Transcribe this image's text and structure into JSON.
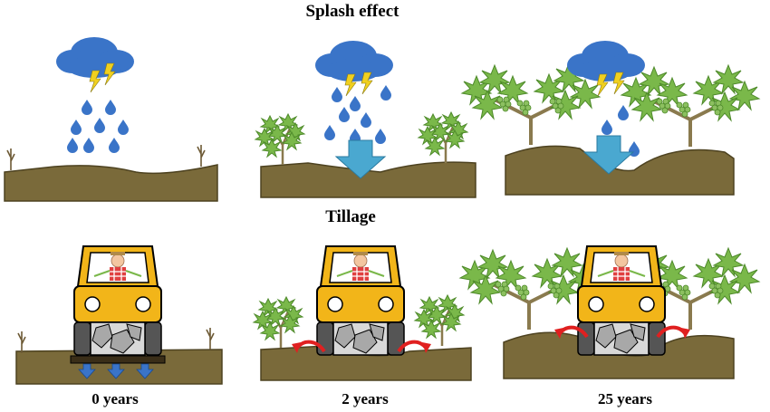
{
  "titles": {
    "splash": "Splash effect",
    "tillage": "Tillage"
  },
  "stages": [
    {
      "label": "0 years",
      "vines": "none"
    },
    {
      "label": "2 years",
      "vines": "young"
    },
    {
      "label": "25 years",
      "vines": "mature"
    }
  ],
  "colors": {
    "soil": "#7a6a3a",
    "soil_edge": "#4d4220",
    "cloud": "#3a74c8",
    "drop": "#3a74c8",
    "lightning": "#f0d020",
    "arrow": "#4aa8d0",
    "tractor": "#f2b519",
    "leaf": "#7ab84a",
    "leaf_dark": "#4e8a2a",
    "trunk": "#8a7a4e",
    "tiller": "#a8a8a8",
    "soil_throw": "#e02020"
  }
}
